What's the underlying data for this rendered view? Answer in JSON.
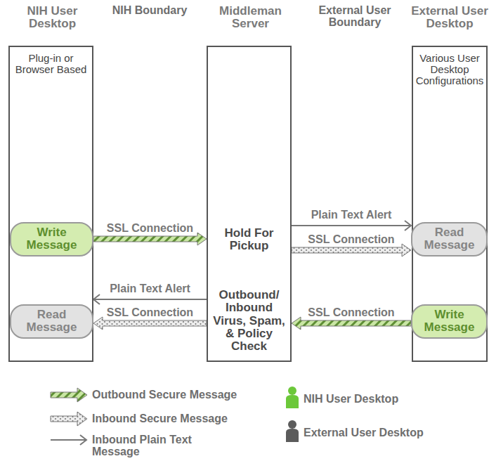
{
  "diagram": {
    "nodes": [
      {
        "text": [
          "NIH User Desktop",
          "Plug-in or Browser Based"
        ]
      },
      {
        "text": [
          "Write Message"
        ],
        "in": 0
      },
      {
        "text": [
          "Read Message"
        ],
        "in": 0
      },
      {
        "text": [
          "Middleman Server",
          "Hold For Pickup",
          "Outbound/ Inbound Virus, Spam, & Policy Check"
        ]
      },
      {
        "text": [
          "External User Desktop",
          "Various User Desktop Configurations"
        ]
      },
      {
        "text": [
          "Read Message"
        ],
        "in": 4
      },
      {
        "text": [
          "Write Message"
        ],
        "in": 4
      }
    ],
    "edges": [
      {
        "from": 1,
        "to": 3,
        "arrow": "to",
        "label": "SSL Connection"
      },
      {
        "from": 3,
        "to": 5,
        "arrow": "to",
        "label": "Plain Text Alert"
      },
      {
        "from": 3,
        "to": 5,
        "arrow": "to",
        "label": "SSL Connection"
      },
      {
        "from": 6,
        "to": 3,
        "arrow": "to",
        "label": "SSL Connection"
      },
      {
        "from": 3,
        "to": 2,
        "arrow": "to",
        "label": "Plain Text Alert"
      },
      {
        "from": 3,
        "to": 2,
        "arrow": "to",
        "label": "SSL Connection"
      }
    ],
    "labels": [
      "NIH Boundary",
      "External User Boundary"
    ],
    "legend": [
      {
        "text": "Outbound Secure Message"
      },
      {
        "text": "Inbound Secure Message"
      },
      {
        "text": "Inbound Plain Text Message"
      },
      {
        "text": "NIH User Desktop"
      },
      {
        "text": "External User Desktop"
      }
    ]
  }
}
